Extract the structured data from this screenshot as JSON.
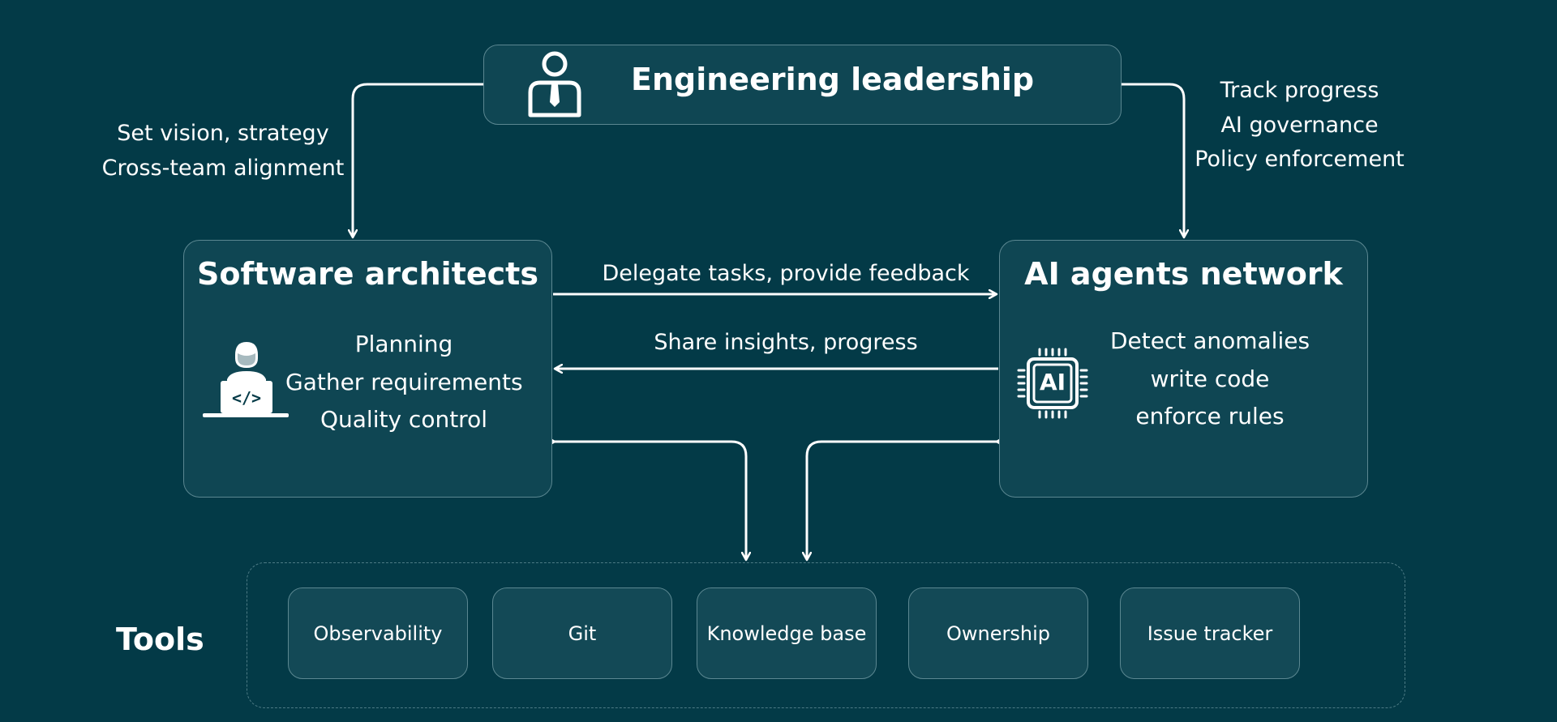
{
  "leadership": {
    "title": "Engineering leadership",
    "left_note": [
      "Set vision, strategy",
      "Cross-team alignment"
    ],
    "right_note": [
      "Track progress",
      "AI governance",
      "Policy enforcement"
    ]
  },
  "architects": {
    "title": "Software architects",
    "duties": [
      "Planning",
      "Gather requirements",
      "Quality control"
    ]
  },
  "agents": {
    "title": "AI agents network",
    "duties": [
      "Detect anomalies",
      "write code",
      "enforce rules"
    ],
    "chip_label": "AI"
  },
  "links": {
    "to_agents": "Delegate tasks, provide feedback",
    "to_architects": "Share insights, progress"
  },
  "tools": {
    "label": "Tools",
    "items": [
      "Observability",
      "Git",
      "Knowledge base",
      "Ownership",
      "Issue tracker"
    ]
  },
  "colors": {
    "background": "#033a47",
    "box_fill": "#0f4653",
    "box_border": "#5b8791",
    "text": "#ffffff"
  }
}
